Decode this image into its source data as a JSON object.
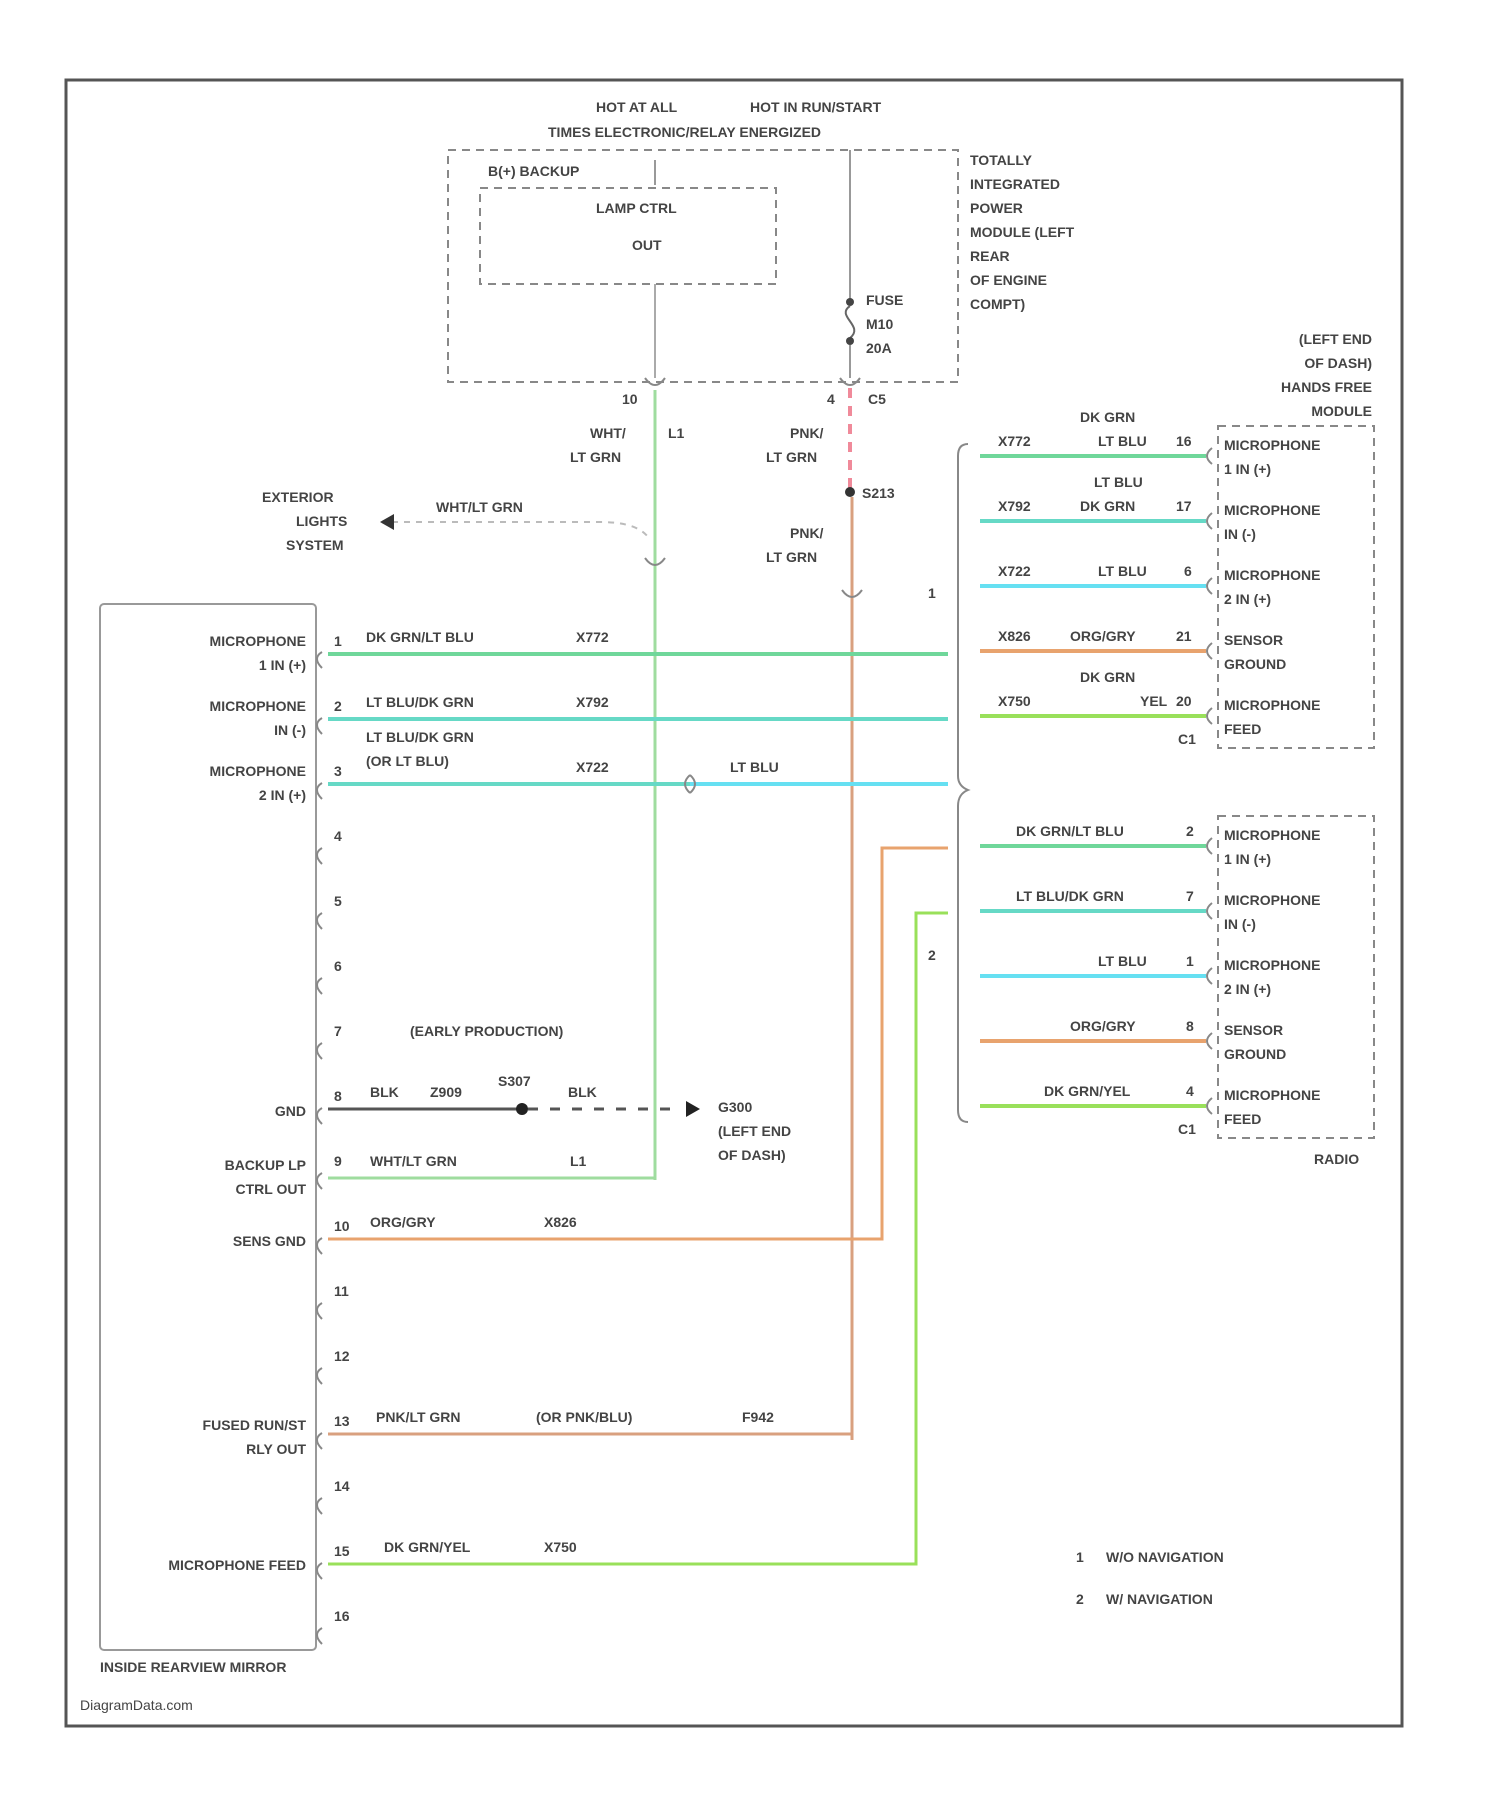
{
  "watermark": "DiagramData.com",
  "colors": {
    "frame": "#555555",
    "box": "#888888",
    "lt_grn": "#9fdc9f",
    "dk_grn_lt_blu": "#6fd79a",
    "lt_blu_dk_grn": "#66d9c6",
    "lt_blu": "#66e0f2",
    "org_gry": "#e8a36e",
    "dk_grn_yel": "#99e05a",
    "pnk_lt_grn": "#d9a07f",
    "pnk_dash": "#f08a9a",
    "blk": "#555555"
  },
  "header": {
    "line1a": "HOT AT ALL",
    "line1b": "HOT IN RUN/START",
    "line2": "TIMES ELECTRONIC/RELAY ENERGIZED"
  },
  "tipm": {
    "backup_label": "B(+) BACKUP",
    "lamp_ctrl": "LAMP CTRL",
    "out": "OUT",
    "name": [
      "TOTALLY",
      "INTEGRATED",
      "POWER",
      "MODULE (LEFT",
      "REAR",
      "OF ENGINE",
      "COMPT)"
    ],
    "fuse": [
      "FUSE",
      "M10",
      "20A"
    ],
    "pin_left": "10",
    "pin_right": "4",
    "conn": "C5"
  },
  "wires_top": {
    "left_a": "WHT/",
    "left_b": "L1",
    "left_c": "LT GRN",
    "right_a": "PNK/",
    "right_b": "LT GRN",
    "splice": "S213",
    "right_c": "PNK/",
    "right_d": "LT GRN"
  },
  "exterior": {
    "name": [
      "EXTERIOR",
      "LIGHTS",
      "SYSTEM"
    ],
    "wire": "WHT/LT GRN"
  },
  "mirror": {
    "name": "INSIDE REARVIEW MIRROR",
    "pins": [
      {
        "num": "1",
        "label_a": "MICROPHONE",
        "label_b": "1 IN (+)",
        "wire": "DK GRN/LT BLU",
        "circuit": "X772"
      },
      {
        "num": "2",
        "label_a": "MICROPHONE",
        "label_b": "IN (-)",
        "wire": "LT BLU/DK GRN",
        "circuit": "X792"
      },
      {
        "num": "3",
        "label_a": "MICROPHONE",
        "label_b": "2 IN (+)",
        "wire": "LT BLU/DK GRN",
        "wire_b": "(OR LT BLU)",
        "circuit": "X722",
        "after": "LT BLU"
      },
      {
        "num": "4"
      },
      {
        "num": "5"
      },
      {
        "num": "6"
      },
      {
        "num": "7",
        "note": "(EARLY PRODUCTION)"
      },
      {
        "num": "8",
        "label_a": "GND",
        "wire": "BLK",
        "circuit": "Z909",
        "splice": "S307",
        "wire_after": "BLK",
        "ground": [
          "G300",
          "(LEFT END",
          "OF DASH)"
        ]
      },
      {
        "num": "9",
        "label_a": "BACKUP LP",
        "label_b": "CTRL OUT",
        "wire": "WHT/LT GRN",
        "circuit": "L1"
      },
      {
        "num": "10",
        "label_a": "SENS GND",
        "wire": "ORG/GRY",
        "circuit": "X826"
      },
      {
        "num": "11"
      },
      {
        "num": "12"
      },
      {
        "num": "13",
        "label_a": "FUSED RUN/ST",
        "label_b": "RLY OUT",
        "wire": "PNK/LT GRN",
        "wire_b": "(OR PNK/BLU)",
        "circuit": "F942"
      },
      {
        "num": "14"
      },
      {
        "num": "15",
        "label_a": "MICROPHONE FEED",
        "wire": "DK GRN/YEL",
        "circuit": "X750"
      },
      {
        "num": "16"
      }
    ]
  },
  "branch_1": "1",
  "branch_2": "2",
  "hfm": {
    "name": [
      "(LEFT END",
      "OF DASH)",
      "HANDS FREE",
      "MODULE"
    ],
    "conn": "C1",
    "rows": [
      {
        "circuit": "X772",
        "wire": "LT BLU",
        "wire_top": "DK GRN",
        "pin": "16",
        "label_a": "MICROPHONE",
        "label_b": "1 IN (+)"
      },
      {
        "circuit": "X792",
        "wire": "DK GRN",
        "wire_top": "LT BLU",
        "pin": "17",
        "label_a": "MICROPHONE",
        "label_b": "IN (-)"
      },
      {
        "circuit": "X722",
        "wire": "LT BLU",
        "pin": "6",
        "label_a": "MICROPHONE",
        "label_b": "2 IN (+)"
      },
      {
        "circuit": "X826",
        "wire": "ORG/GRY",
        "pin": "21",
        "label_a": "SENSOR",
        "label_b": "GROUND"
      },
      {
        "circuit": "X750",
        "wire": "YEL",
        "wire_top": "DK GRN",
        "pin": "20",
        "label_a": "MICROPHONE",
        "label_b": "FEED"
      }
    ]
  },
  "radio": {
    "name": "RADIO",
    "conn": "C1",
    "rows": [
      {
        "wire": "DK GRN/LT BLU",
        "pin": "2",
        "label_a": "MICROPHONE",
        "label_b": "1 IN (+)"
      },
      {
        "wire": "LT BLU/DK GRN",
        "pin": "7",
        "label_a": "MICROPHONE",
        "label_b": "IN (-)"
      },
      {
        "wire": "LT BLU",
        "pin": "1",
        "label_a": "MICROPHONE",
        "label_b": "2 IN (+)"
      },
      {
        "wire": "ORG/GRY",
        "pin": "8",
        "label_a": "SENSOR",
        "label_b": "GROUND"
      },
      {
        "wire": "DK GRN/YEL",
        "pin": "4",
        "label_a": "MICROPHONE",
        "label_b": "FEED"
      }
    ]
  },
  "legend": [
    {
      "num": "1",
      "text": "W/O NAVIGATION"
    },
    {
      "num": "2",
      "text": "W/ NAVIGATION"
    }
  ]
}
